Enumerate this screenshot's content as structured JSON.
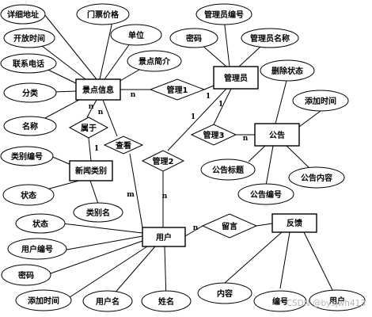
{
  "entities": {
    "scenic": "景点信息",
    "admin": "管理员",
    "notice": "公告",
    "category": "新闻类别",
    "user": "用户",
    "feedback": "反馈"
  },
  "relationships": {
    "manage1": "管理1",
    "manage2": "管理2",
    "manage3": "管理3",
    "belong": "属于",
    "view": "查看",
    "message": "留言"
  },
  "attributes": {
    "scenic": [
      "详细地址",
      "门票价格",
      "单位",
      "开放时间",
      "联系电话",
      "景点简介",
      "分类",
      "名称"
    ],
    "admin": [
      "管理员编号",
      "密码",
      "管理员名称"
    ],
    "notice": [
      "删除状态",
      "添加时间",
      "公告标题",
      "公告内容",
      "公告编号"
    ],
    "category": [
      "类别编号",
      "状态",
      "类别名"
    ],
    "user": [
      "状态",
      "用户编号",
      "密码",
      "添加时间",
      "用户名",
      "姓名"
    ],
    "feedback": [
      "内容",
      "编号",
      "用户"
    ]
  },
  "cardinalities": {
    "c1": "n",
    "c2": "1",
    "c3": "1",
    "c4": "n",
    "c5": "1",
    "c6": "n",
    "c7": "n",
    "c8": "m",
    "c9": "n",
    "c10": "1",
    "c11": "n"
  },
  "watermark": "CSDN @bysjwh413"
}
